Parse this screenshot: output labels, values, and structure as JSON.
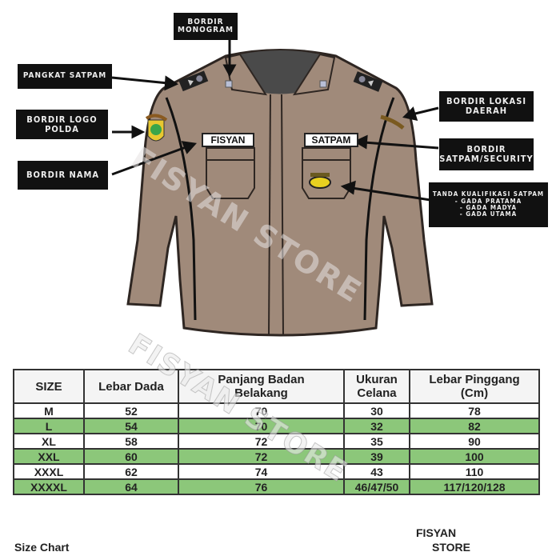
{
  "callouts": {
    "monogram": [
      "BORDIR",
      "MONOGRAM"
    ],
    "pangkat": [
      "PANGKAT SATPAM"
    ],
    "logo_polda": [
      "BORDIR LOGO",
      "POLDA"
    ],
    "nama": [
      "BORDIR NAMA"
    ],
    "lokasi": [
      "BORDIR LOKASI",
      "DAERAH"
    ],
    "satpam_security": [
      "BORDIR",
      "SATPAM/SECURITY"
    ],
    "kualifikasi": [
      "TANDA KUALIFIKASI SATPAM",
      "- GADA PRATAMA",
      "- GADA MADYA",
      "- GADA UTAMA"
    ]
  },
  "shirt": {
    "name_tag": "FISYAN",
    "unit_tag": "SATPAM",
    "colors": {
      "fabric": "#a08a7a",
      "outline": "#2e2622",
      "collar_inner": "#4a4a4a"
    }
  },
  "watermark": "FISYAN STORE",
  "size_table": {
    "headers": [
      "SIZE",
      "Lebar Dada",
      "Panjang Badan Belakang",
      "Ukuran Celana",
      "Lebar Pinggang (Cm)"
    ],
    "headers_lines": [
      [
        "SIZE"
      ],
      [
        "Lebar Dada"
      ],
      [
        "Panjang Badan",
        "Belakang"
      ],
      [
        "Ukuran",
        "Celana"
      ],
      [
        "Lebar Pinggang",
        "(Cm)"
      ]
    ],
    "rows": [
      [
        "M",
        "52",
        "70",
        "30",
        "78"
      ],
      [
        "L",
        "54",
        "70",
        "32",
        "82"
      ],
      [
        "XL",
        "58",
        "72",
        "35",
        "90"
      ],
      [
        "XXL",
        "60",
        "72",
        "39",
        "100"
      ],
      [
        "XXXL",
        "62",
        "74",
        "43",
        "110"
      ],
      [
        "XXXXL",
        "64",
        "76",
        "46/47/50",
        "117/120/128"
      ]
    ],
    "colors": {
      "highlight": "#8cc77a",
      "plain": "#ffffff"
    }
  },
  "footer": {
    "left": "Size Chart",
    "right_line1": "FISYAN",
    "right_line2": "STORE"
  }
}
